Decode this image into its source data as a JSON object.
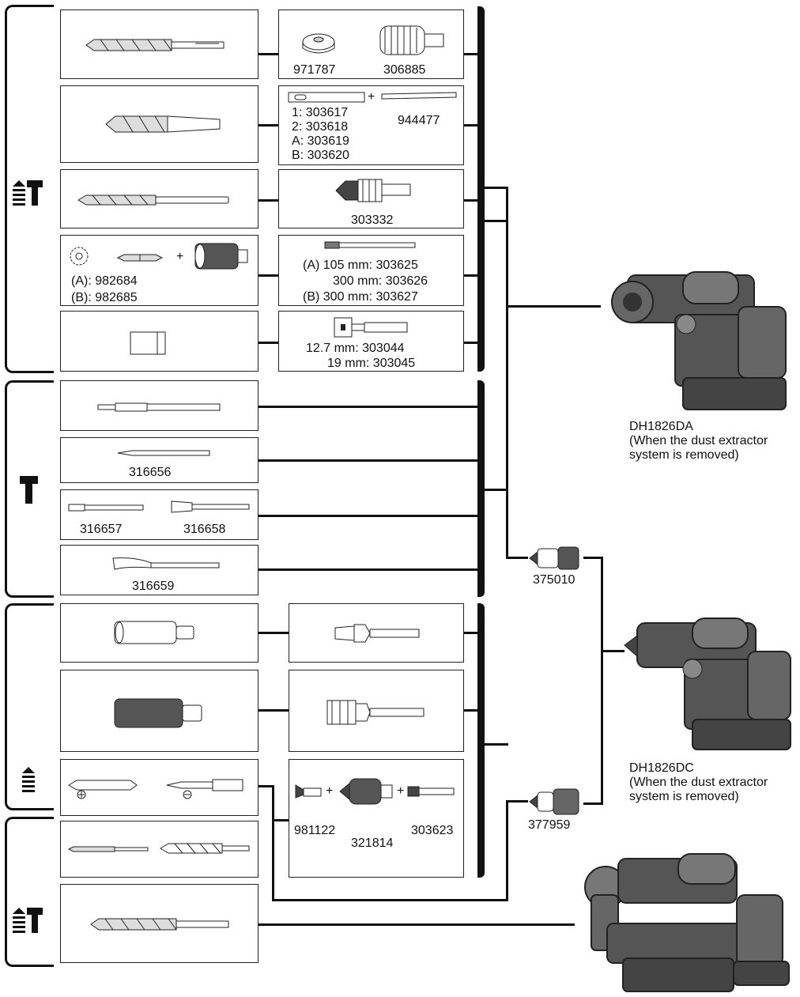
{
  "parts": {
    "p971787": "971787",
    "p306885": "306885",
    "p1": "1: 303617",
    "p2": "2: 303618",
    "pA": "A: 303619",
    "pB": "B: 303620",
    "p944477": "944477",
    "p303332": "303332",
    "core_a": "(A): 982684",
    "core_b": "(B): 982685",
    "ext1": "(A) 105 mm: 303625",
    "ext2": "300 mm: 303626",
    "ext3": "(B) 300 mm: 303627",
    "adp1": "12.7 mm: 303044",
    "adp2": "19 mm: 303045",
    "p316656": "316656",
    "p316657": "316657",
    "p316658": "316658",
    "p316659": "316659",
    "p981122": "981122",
    "p321814": "321814",
    "p303623": "303623",
    "plus": "+",
    "p375010": "375010",
    "p377959": "377959"
  },
  "machines": {
    "da_title": "DH1826DA",
    "da_note1": "(When the dust extractor",
    "da_note2": "system is removed)",
    "dc_title": "DH1826DC",
    "dc_note1": "(When the dust extractor",
    "dc_note2": "system is removed)"
  },
  "icons": {
    "mode_rotation_hammer": "rotation-with-hammering-icon",
    "mode_hammer": "hammering-only-icon",
    "mode_rotation": "rotation-only-icon"
  },
  "colors": {
    "line": "#111111",
    "tool_dark": "#3a3a3a",
    "tool_mid": "#8a8a8a"
  }
}
